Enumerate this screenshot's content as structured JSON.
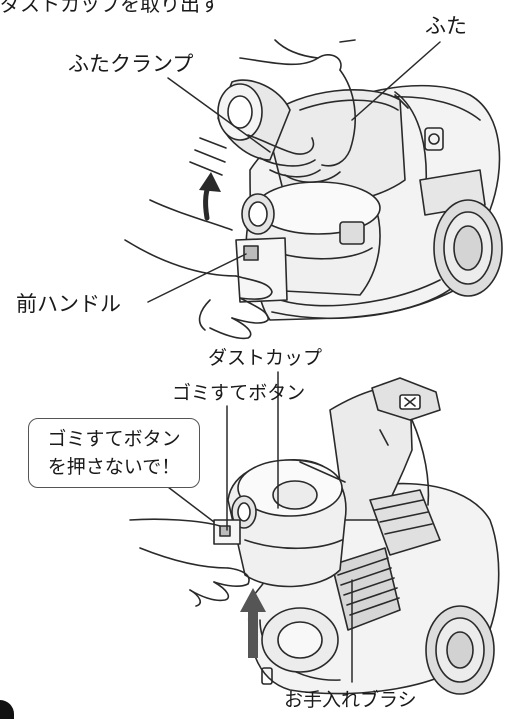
{
  "top": {
    "cut_heading": "ダストカップを取り出す",
    "lid_label": "ふた",
    "lid_clamp_label": "ふたクランプ",
    "front_handle_label": "前ハンドル"
  },
  "bottom": {
    "dust_cup_label": "ダストカップ",
    "trash_button_label": "ゴミすてボタン",
    "warning_line1": "ゴミすてボタン",
    "warning_line2": "を押さないで！",
    "brush_label": "お手入れブラシ"
  }
}
